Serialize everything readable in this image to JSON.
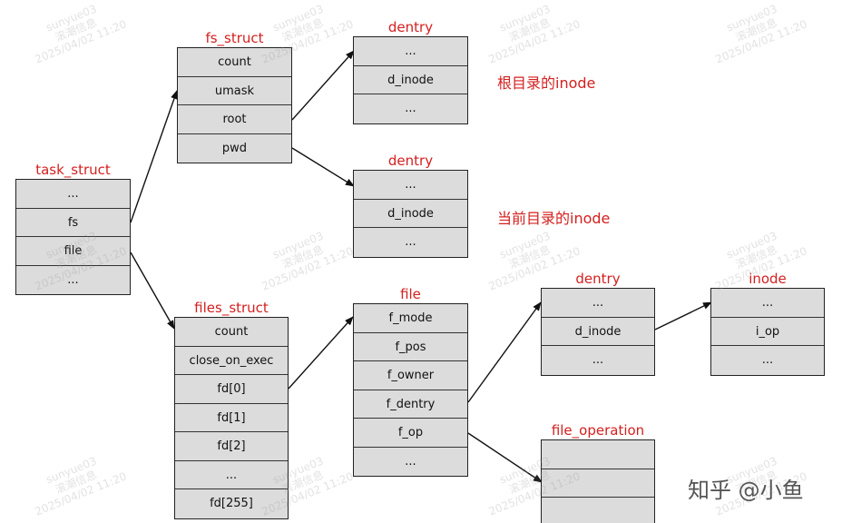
{
  "structs": {
    "task_struct": {
      "title": "task_struct",
      "fields": [
        "...",
        "fs",
        "file",
        "..."
      ]
    },
    "fs_struct": {
      "title": "fs_struct",
      "fields": [
        "count",
        "umask",
        "root",
        "pwd"
      ]
    },
    "dentry_root": {
      "title": "dentry",
      "fields": [
        "...",
        "d_inode",
        "..."
      ]
    },
    "dentry_pwd": {
      "title": "dentry",
      "fields": [
        "...",
        "d_inode",
        "..."
      ]
    },
    "files_struct": {
      "title": "files_struct",
      "fields": [
        "count",
        "close_on_exec",
        "fd[0]",
        "fd[1]",
        "fd[2]",
        "...",
        "fd[255]"
      ]
    },
    "file": {
      "title": "file",
      "fields": [
        "f_mode",
        "f_pos",
        "f_owner",
        "f_dentry",
        "f_op",
        "..."
      ]
    },
    "dentry_file": {
      "title": "dentry",
      "fields": [
        "...",
        "d_inode",
        "..."
      ]
    },
    "inode": {
      "title": "inode",
      "fields": [
        "...",
        "i_op",
        "..."
      ]
    },
    "file_operation": {
      "title": "file_operation",
      "fields": [
        "",
        "",
        ""
      ]
    }
  },
  "notes": {
    "root_inode": "根目录的inode",
    "pwd_inode": "当前目录的inode"
  },
  "watermark": {
    "user": "sunyue03",
    "name": "滚潮信息",
    "time": "2025/04/02 11:20"
  },
  "brand": "知乎 @小鱼"
}
